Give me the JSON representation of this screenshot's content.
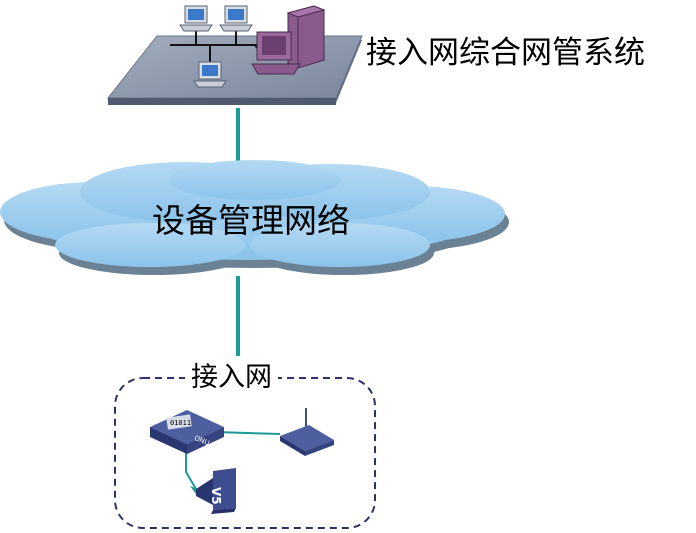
{
  "diagram": {
    "nms_title": "接入网综合网管系统",
    "cloud_label": "设备管理网络",
    "access_network_label": "接入网",
    "onu_device": {
      "display_text": "01011",
      "badge": "ONU"
    },
    "v5_device": {
      "badge": "V5"
    },
    "colors": {
      "link": "#1a9a96",
      "platform_top": "#8d98ab",
      "platform_side": "#5d6a80",
      "cloud_fill": "#9ccdee",
      "cloud_shadow": "#6b8294",
      "device_navy": "#3d4d8f",
      "dashed_border": "#2d3366",
      "server_purple": "#8a5a8c"
    }
  }
}
